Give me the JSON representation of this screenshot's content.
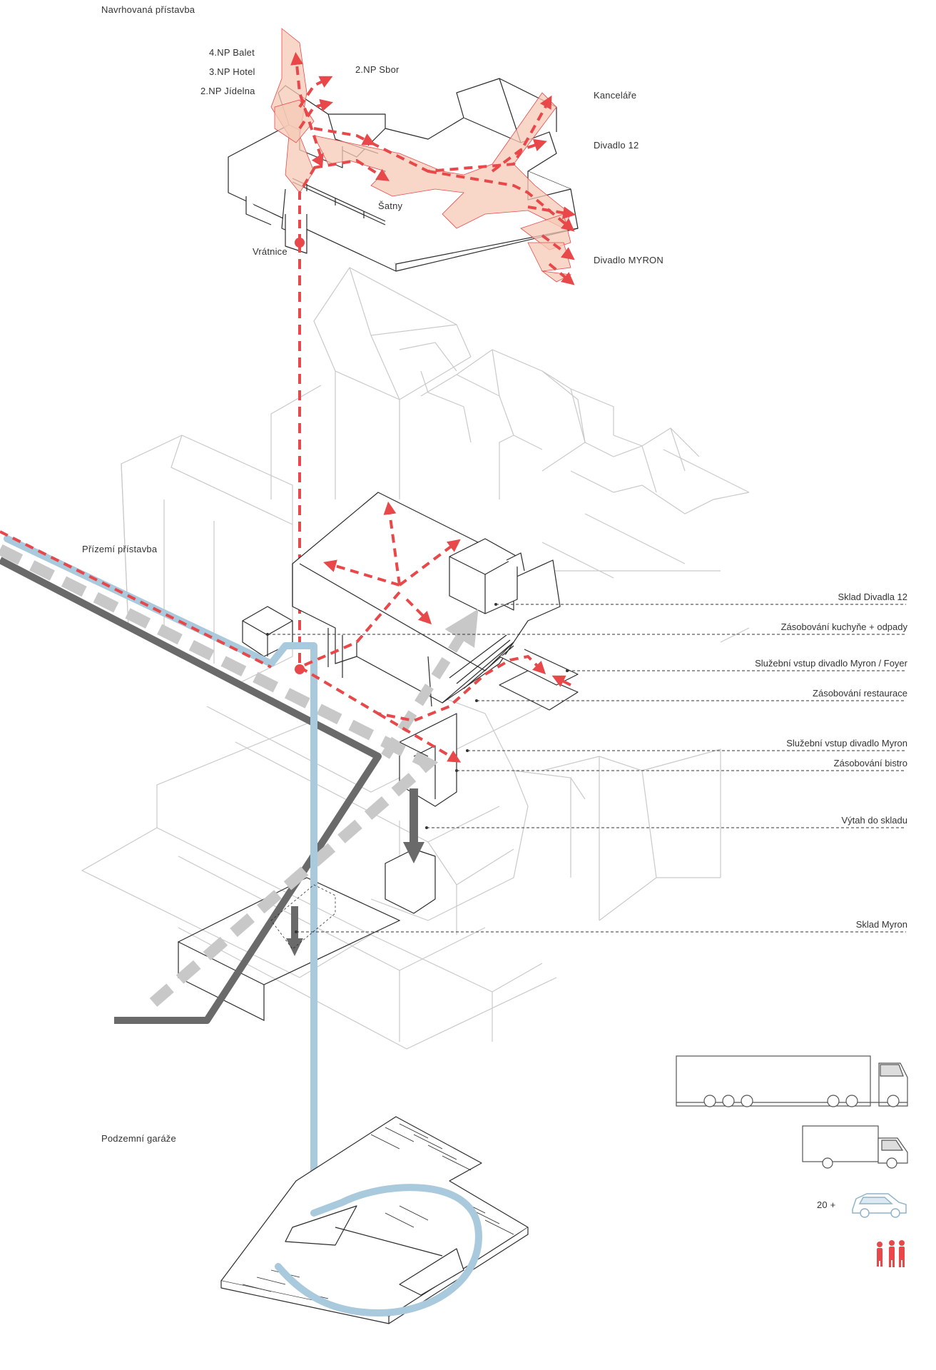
{
  "sections": {
    "top": "Navrhovaná přístavba",
    "ground": "Přízemí přístavba",
    "garage": "Podzemní garáže"
  },
  "floors": {
    "f4": "4.NP Balet",
    "f3": "3.NP Hotel",
    "f2": "2.NP Jídelna",
    "sbor": "2.NP Sbor",
    "satny": "Šatny",
    "vratnice": "Vrátnice"
  },
  "destinations": {
    "kancelare": "Kanceláře",
    "divadlo12": "Divadlo 12",
    "myron": "Divadlo MYRON"
  },
  "callouts": [
    "Sklad Divadla 12",
    "Zásobování kuchyňe + odpady",
    "Služební vstup divadlo Myron / Foyer",
    "Zásobování restaurace",
    "Služební vstup divadlo Myron",
    "Zásobování bistro",
    "Výtah do skladu",
    "Sklad Myron"
  ],
  "legend": {
    "car_count": "20 +",
    "icons": [
      "truck-icon",
      "van-icon",
      "car-icon",
      "pedestrians-icon"
    ]
  },
  "colors": {
    "route_red": "#e8484a",
    "route_red_fill": "#f6c9b6",
    "route_blue": "#a9c9dc",
    "route_dark": "#6a6a6a",
    "route_grey_dashed": "#c8c8c8",
    "outline": "#2b2b2b",
    "context": "#c9c9c9"
  }
}
